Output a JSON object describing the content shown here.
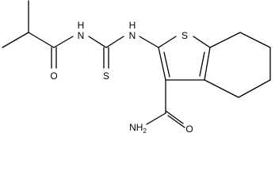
{
  "structure": {
    "atoms": {
      "s_ring": "S",
      "s_thione": "S",
      "o_amide": "O",
      "o_carboxamide": "O",
      "n_amide": "N",
      "h_amide": "H",
      "n_amine": "N",
      "h_amine": "H",
      "nh2": "NH",
      "nh2_subscript": "2"
    }
  }
}
